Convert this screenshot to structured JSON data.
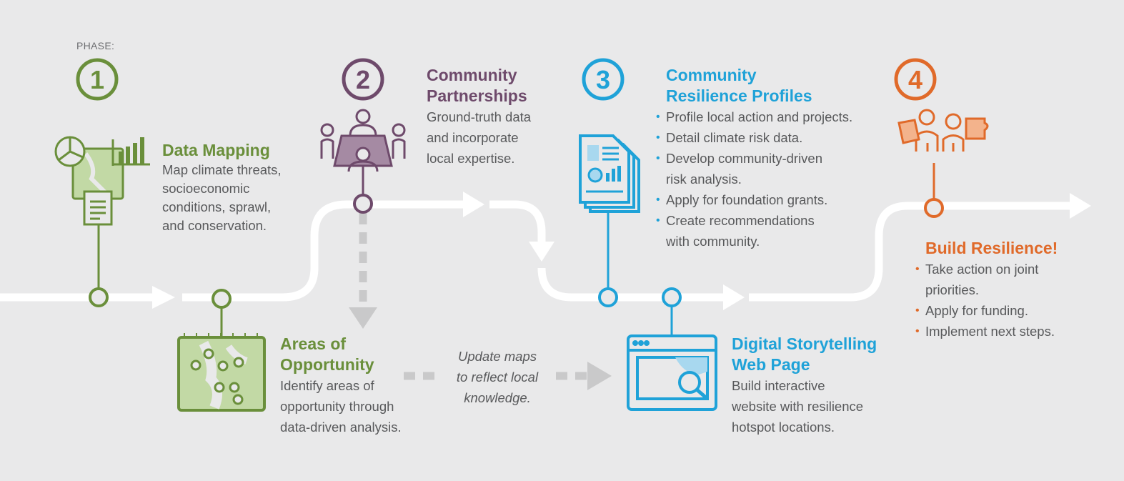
{
  "phase_label": "PHASE:",
  "phases": [
    {
      "number": "1",
      "color": "#6a8f3b"
    },
    {
      "number": "2",
      "color": "#6e4a6b"
    },
    {
      "number": "3",
      "color": "#1fa2d8"
    },
    {
      "number": "4",
      "color": "#e06a2a"
    }
  ],
  "steps": {
    "data_mapping": {
      "title": "Data Mapping",
      "lines": [
        "Map climate threats,",
        "socioeconomic",
        "conditions, sprawl,",
        "and conservation."
      ]
    },
    "areas_of_opportunity": {
      "title_lines": [
        "Areas of",
        "Opportunity"
      ],
      "lines": [
        "Identify areas of",
        "opportunity through",
        "data-driven analysis."
      ]
    },
    "community_partnerships": {
      "title_lines": [
        "Community",
        "Partnerships"
      ],
      "lines": [
        "Ground-truth data",
        "and incorporate",
        "local expertise."
      ]
    },
    "update_note": {
      "lines": [
        "Update maps",
        "to reflect local",
        "knowledge."
      ]
    },
    "resilience_profiles": {
      "title_lines": [
        "Community",
        "Resilience Profiles"
      ],
      "bullets": [
        [
          "Profile local action and projects."
        ],
        [
          "Detail climate risk data."
        ],
        [
          "Develop community-driven",
          "risk analysis."
        ],
        [
          "Apply for foundation grants."
        ],
        [
          "Create recommendations",
          "with community."
        ]
      ]
    },
    "digital_storytelling": {
      "title_lines": [
        "Digital Storytelling",
        "Web Page"
      ],
      "lines": [
        "Build interactive",
        "website with resilience",
        "hotspot locations."
      ]
    },
    "build_resilience": {
      "title": "Build Resilience!",
      "bullets": [
        [
          "Take action on joint",
          "priorities."
        ],
        [
          "Apply for funding."
        ],
        [
          "Implement next steps."
        ]
      ]
    }
  },
  "colors": {
    "background": "#e9e9ea",
    "path": "#ffffff",
    "dashed_arrow": "#c9c9ca",
    "text": "#58595b",
    "green": "#6a8f3b",
    "purple": "#6e4a6b",
    "blue": "#1fa2d8",
    "orange": "#e06a2a"
  },
  "icons": {
    "data_mapping": "map-chart-document-icon",
    "areas_of_opportunity": "map-with-markers-icon",
    "community_partnerships": "meeting-table-icon",
    "resilience_profiles": "report-documents-icon",
    "digital_storytelling": "browser-map-search-icon",
    "build_resilience": "people-puzzle-icon"
  }
}
